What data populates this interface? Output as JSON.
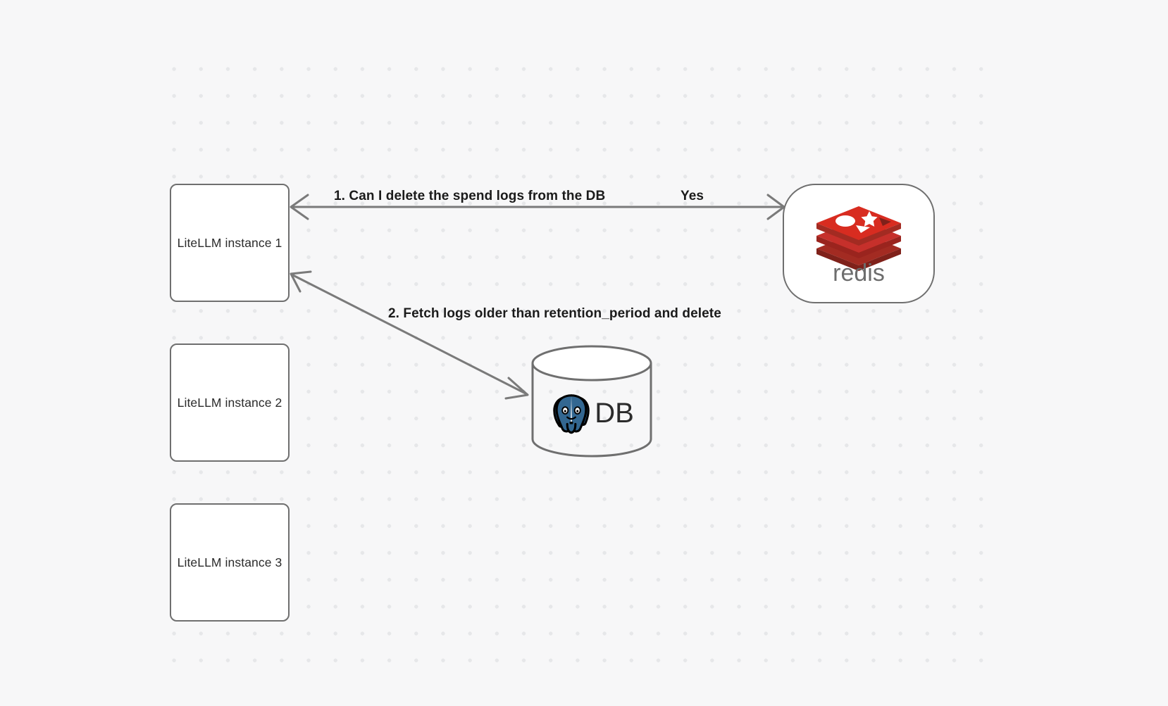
{
  "canvas": {
    "background_color": "#f7f7f8",
    "grid_dot_color": "#e6e7e9",
    "node_border_color": "#6f6f6f",
    "edge_color": "#7a7a7a",
    "label_color": "#1b1b1b"
  },
  "nodes": {
    "instances": [
      {
        "id": "instance-1",
        "label": "LiteLLM instance 1"
      },
      {
        "id": "instance-2",
        "label": "LiteLLM instance 2"
      },
      {
        "id": "instance-3",
        "label": "LiteLLM instance 3"
      }
    ],
    "redis": {
      "icon": "redis-logo-icon",
      "wordmark": "redis",
      "wordmark_color": "#6d6d6d",
      "logo_color": "#d82c20"
    },
    "database": {
      "icon": "postgresql-elephant-icon",
      "label": "DB",
      "logo_color": "#336791"
    }
  },
  "edges": [
    {
      "id": "edge-1",
      "from": "instance-1",
      "to": "redis",
      "label": "1.  Can I delete the spend logs from the DB",
      "reply_label": "Yes",
      "direction": "bidirectional"
    },
    {
      "id": "edge-2",
      "from": "instance-1",
      "to": "database",
      "label": "2.  Fetch logs older than retention_period and delete",
      "direction": "bidirectional"
    }
  ]
}
